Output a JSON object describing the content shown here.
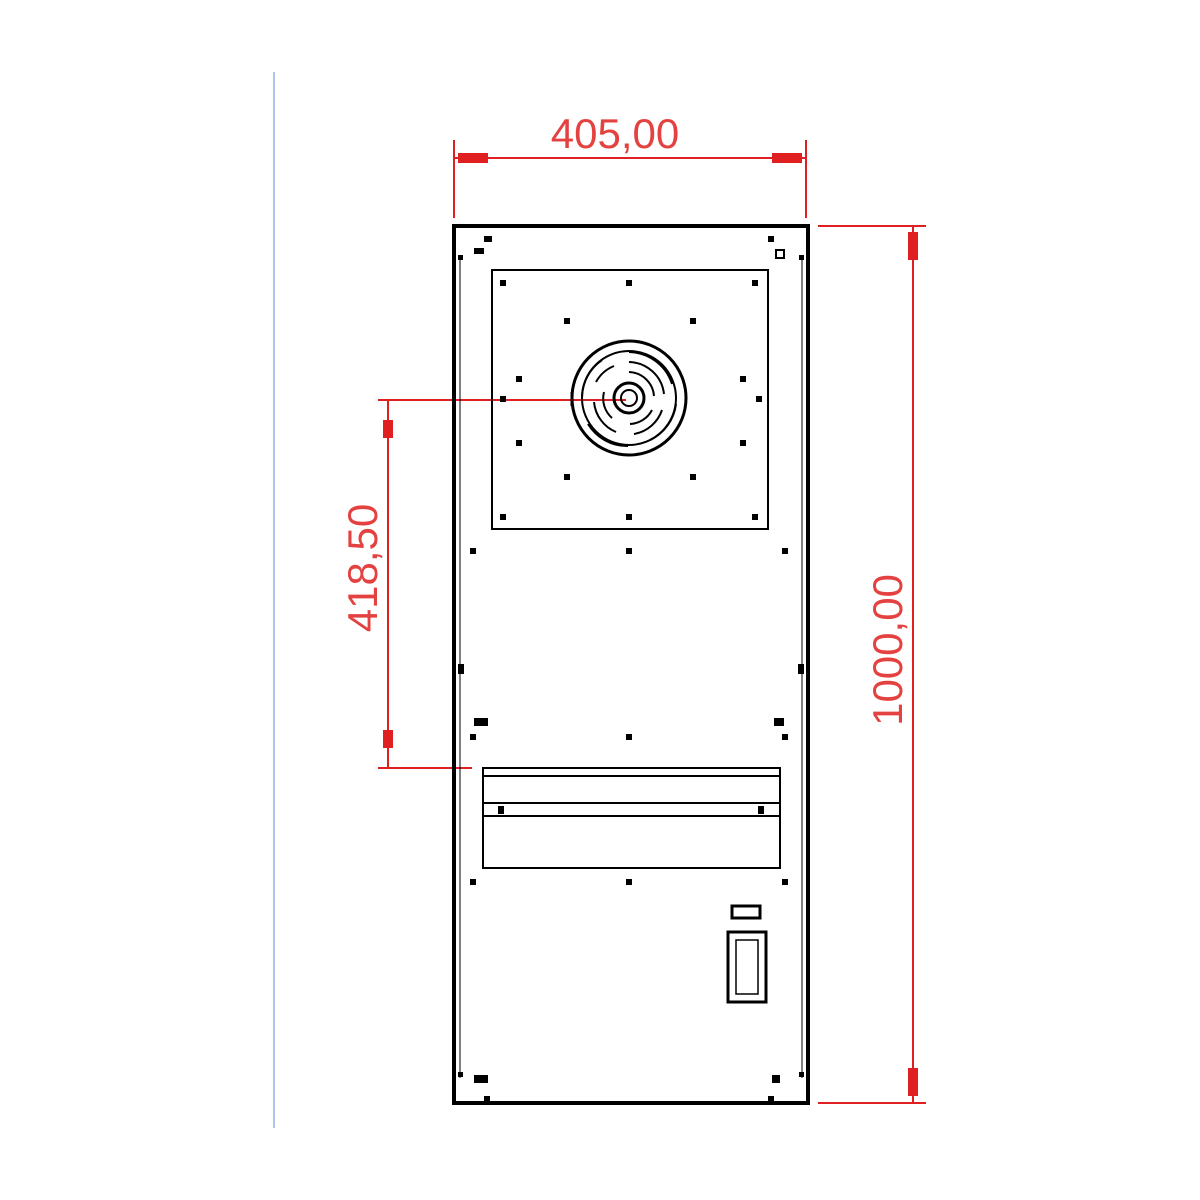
{
  "dimensions": {
    "width_label": "405,00",
    "height_label": "1000,00",
    "fan_height_label": "418,50"
  },
  "colors": {
    "dimension": "#e02020",
    "outline": "#000000",
    "guide": "#8fb4e8"
  }
}
